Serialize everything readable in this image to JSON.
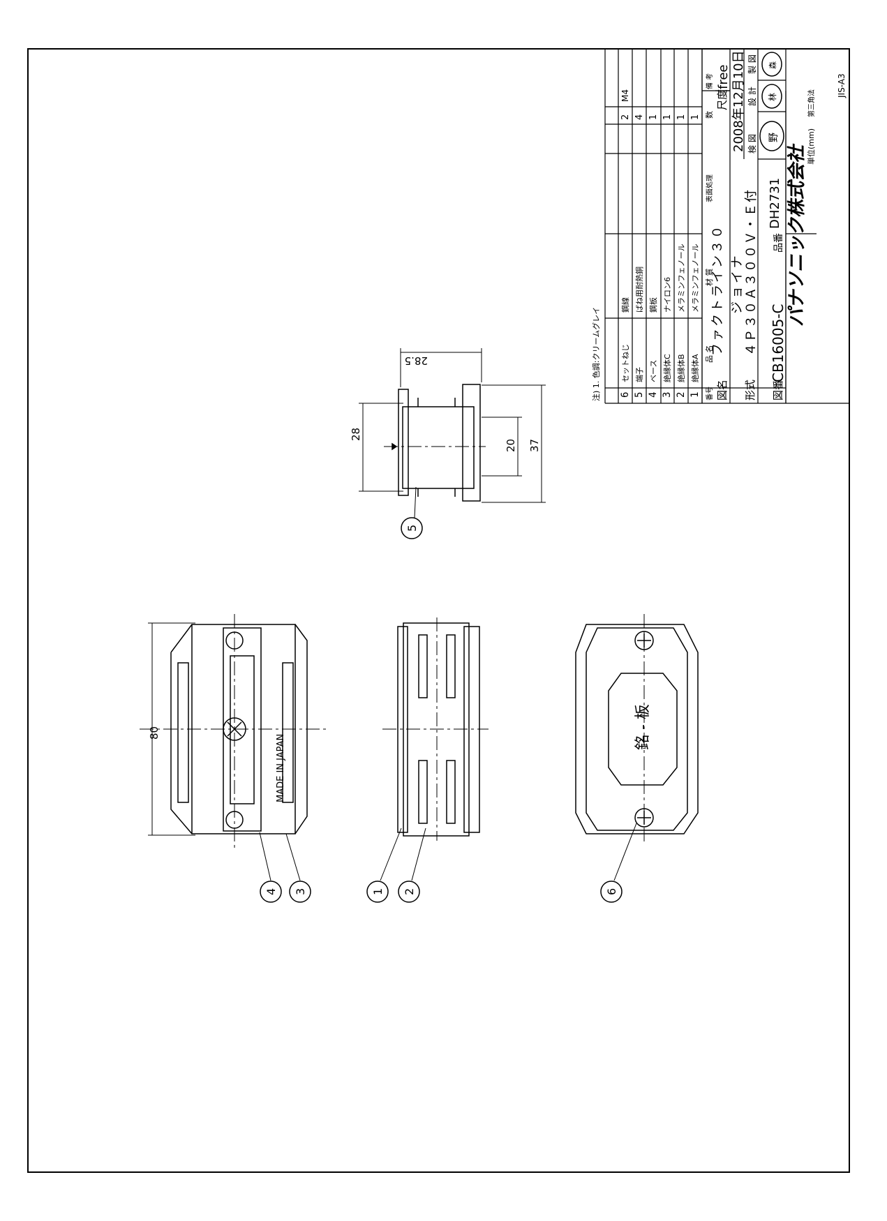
{
  "title_block": {
    "note": "注) 1. 色調:クリームグレイ",
    "parts_header": {
      "no": "番号",
      "name": "品 名",
      "material": "材 質",
      "finish": "表面処理",
      "qty": "数",
      "remarks": "備 考"
    },
    "parts": [
      {
        "no": "6",
        "name": "セットねじ",
        "material": "鋼線",
        "finish": "",
        "qty": "2",
        "remarks": "M4"
      },
      {
        "no": "5",
        "name": "端子",
        "material": "ばね用耐熱銅",
        "finish": "",
        "qty": "4",
        "remarks": ""
      },
      {
        "no": "4",
        "name": "ベース",
        "material": "鋼板",
        "finish": "",
        "qty": "1",
        "remarks": ""
      },
      {
        "no": "3",
        "name": "絶縁体C",
        "material": "ナイロン6",
        "finish": "",
        "qty": "1",
        "remarks": ""
      },
      {
        "no": "2",
        "name": "絶縁体B",
        "material": "メラミンフェノール",
        "finish": "",
        "qty": "1",
        "remarks": ""
      },
      {
        "no": "1",
        "name": "絶縁体A",
        "material": "メラミンフェノール",
        "finish": "",
        "qty": "1",
        "remarks": ""
      }
    ],
    "drawing_name_label": "図名",
    "drawing_name_line1": "ファクトライン３０",
    "drawing_name_line2": "ジョイナ",
    "scale_label": "尺度",
    "scale_value": "free",
    "type_label": "形式",
    "type_value": "４Ｐ３０Ａ３００Ｖ・Ｅ付",
    "date": "2008年12月10日",
    "check_label": "検 図",
    "design_label": "設 計",
    "draft_label": "製 図",
    "stamp_check": "野",
    "stamp_design": "林",
    "stamp_draft": "森",
    "drawing_no_label": "図番",
    "drawing_no": "CB16005-C",
    "product_no_label": "品番",
    "product_no": "DH2731",
    "company": "パナソニック株式会社",
    "unit": "単位(mm)",
    "projection": "第三角法",
    "standard": "JIS-A3"
  },
  "drawing": {
    "dim_top_height": "28.5",
    "dim_top_a": "28",
    "dim_top_b": "20",
    "dim_top_c": "37",
    "dim_length": "80",
    "made_in": "MADE IN JAPAN",
    "plate_text": "銘 - 板",
    "callouts": [
      "1",
      "2",
      "3",
      "4",
      "5",
      "6"
    ]
  }
}
